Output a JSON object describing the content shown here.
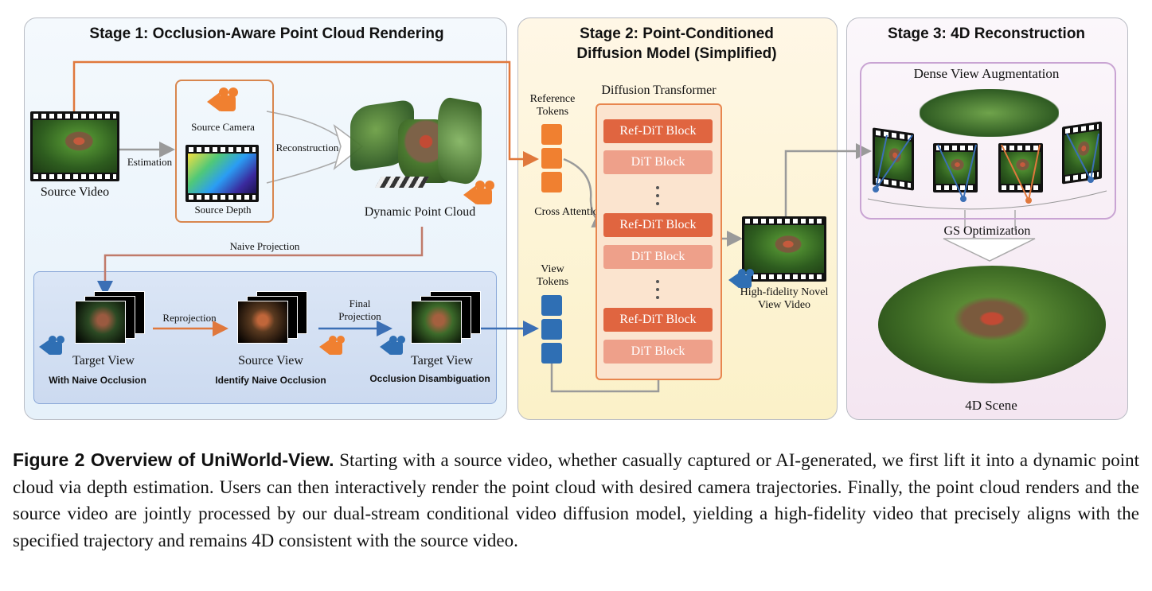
{
  "stage1": {
    "title": "Stage 1:  Occlusion-Aware Point Cloud Rendering",
    "source_video": "Source Video",
    "estimation": "Estimation",
    "source_camera": "Source Camera",
    "source_depth": "Source Depth",
    "reconstruction": "Reconstruction",
    "dynamic_point_cloud": "Dynamic Point Cloud",
    "naive_projection": "Naive Projection",
    "target_view_1": "Target View",
    "with_naive_occlusion": "With Naive Occlusion",
    "reprojection": "Reprojection",
    "source_view": "Source View",
    "identify_naive_occlusion": "Identify Naive Occlusion",
    "final_projection": "Final Projection",
    "target_view_2": "Target View",
    "occlusion_disambiguation": "Occlusion Disambiguation"
  },
  "stage2": {
    "title_line1": "Stage 2:  Point-Conditioned",
    "title_line2": "Diffusion Model (Simplified)",
    "reference_tokens": "Reference Tokens",
    "view_tokens": "View Tokens",
    "cross_attention": "Cross Attention",
    "diffusion_transformer": "Diffusion Transformer",
    "ref_dit_block": "Ref-DiT Block",
    "dit_block": "DiT Block",
    "output_label": "High-fidelity Novel View Video"
  },
  "stage3": {
    "title": "Stage 3:  4D Reconstruction",
    "dense_view_augmentation": "Dense View Augmentation",
    "gs_optimization": "GS Optimization",
    "scene_4d": "4D Scene"
  },
  "caption": {
    "head": "Figure 2  Overview of UniWorld-View.",
    "body": " Starting with a source video, whether casually captured or AI-generated, we first lift it into a dynamic point cloud via depth estimation. Users can then interactively render the point cloud with desired camera trajectories. Finally, the point cloud renders and the source video are jointly processed by our dual-stream conditional video diffusion model, yielding a high-fidelity video that precisely aligns with the specified trajectory and remains 4D consistent with the source video."
  },
  "colors": {
    "orange": "#e0783c",
    "blue": "#3b6fb5",
    "gray": "#9a9a9a"
  }
}
